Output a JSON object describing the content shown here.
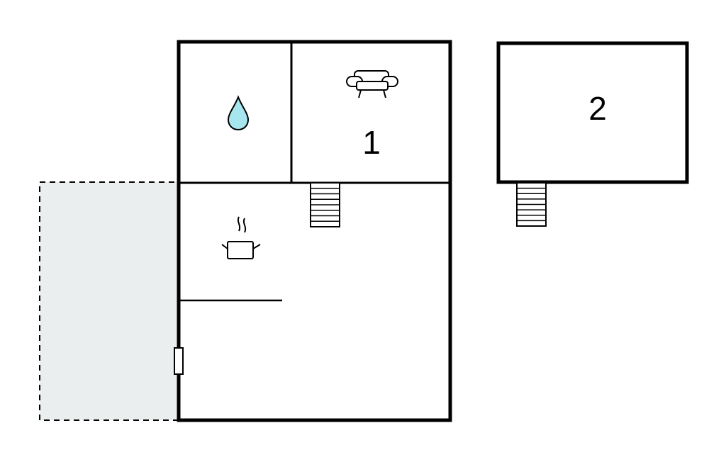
{
  "floorplan": {
    "rooms": [
      {
        "id": "bathroom",
        "icon": "water-drop-icon"
      },
      {
        "id": "living-room",
        "icon": "sofa-icon",
        "label": "1"
      },
      {
        "id": "kitchen",
        "icon": "cooking-pot-icon"
      },
      {
        "id": "outbuilding",
        "label": "2"
      }
    ],
    "stairs": [
      {
        "id": "main-house-stairs",
        "steps": 8
      },
      {
        "id": "outbuilding-stairs",
        "steps": 8
      }
    ],
    "terrace": {
      "style": "dashed"
    }
  },
  "colors": {
    "wall": "#000000",
    "terrace_fill": "#eaeeef",
    "water_drop": "#a7e6ef",
    "background": "#ffffff"
  }
}
